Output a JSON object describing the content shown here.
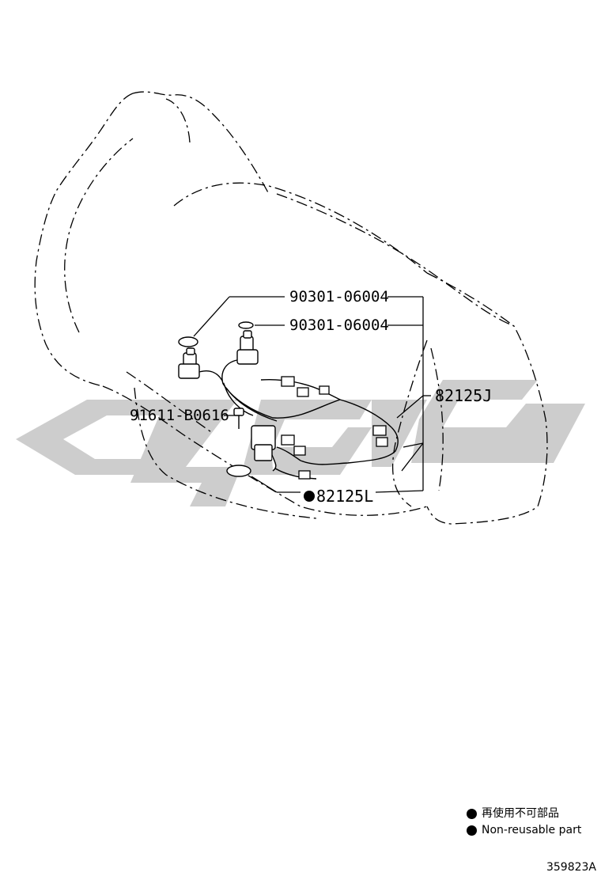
{
  "callouts": {
    "gasket_upper": "90301-06004",
    "gasket_lower": "90301-06004",
    "harness_j": "82125J",
    "bolt": "91611-B0616",
    "harness_l": "82125L"
  },
  "legend": {
    "japanese": "再使用不可部品",
    "english": "Non-reusable part"
  },
  "diagram_id": "359823A",
  "watermark_icon": "watermark-logo",
  "colors": {
    "line": "#000000",
    "watermark": "#c8c8c8"
  }
}
